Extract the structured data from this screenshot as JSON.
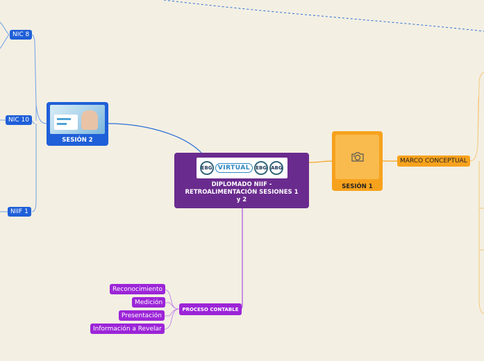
{
  "central": {
    "title": "DIPLOMADO NIIF - RETROALIMENTACIÓN SESIONES 1 y 2",
    "logo_left": "EBG",
    "logo_text": "VIRTUAL",
    "logo_mid": "EBG",
    "logo_right": "ABG"
  },
  "sesion2": {
    "label": "SESIÓN 2",
    "children": [
      "NIC 8",
      "NIC 10",
      "NIIF 1"
    ]
  },
  "sesion1": {
    "label": "SESIÓN 1",
    "icon": "camera-icon",
    "children": [
      "MARCO CONCEPTUAL"
    ]
  },
  "proceso": {
    "label": "PROCESO CONTABLE",
    "children": [
      "Reconocimiento",
      "Medición",
      "Presentación",
      "Información a Revelar"
    ]
  },
  "colors": {
    "background": "#f3efe3",
    "central": "#6a2b8e",
    "blue": "#1f5fd8",
    "orange": "#f7a21d",
    "purple": "#9c25d8"
  }
}
